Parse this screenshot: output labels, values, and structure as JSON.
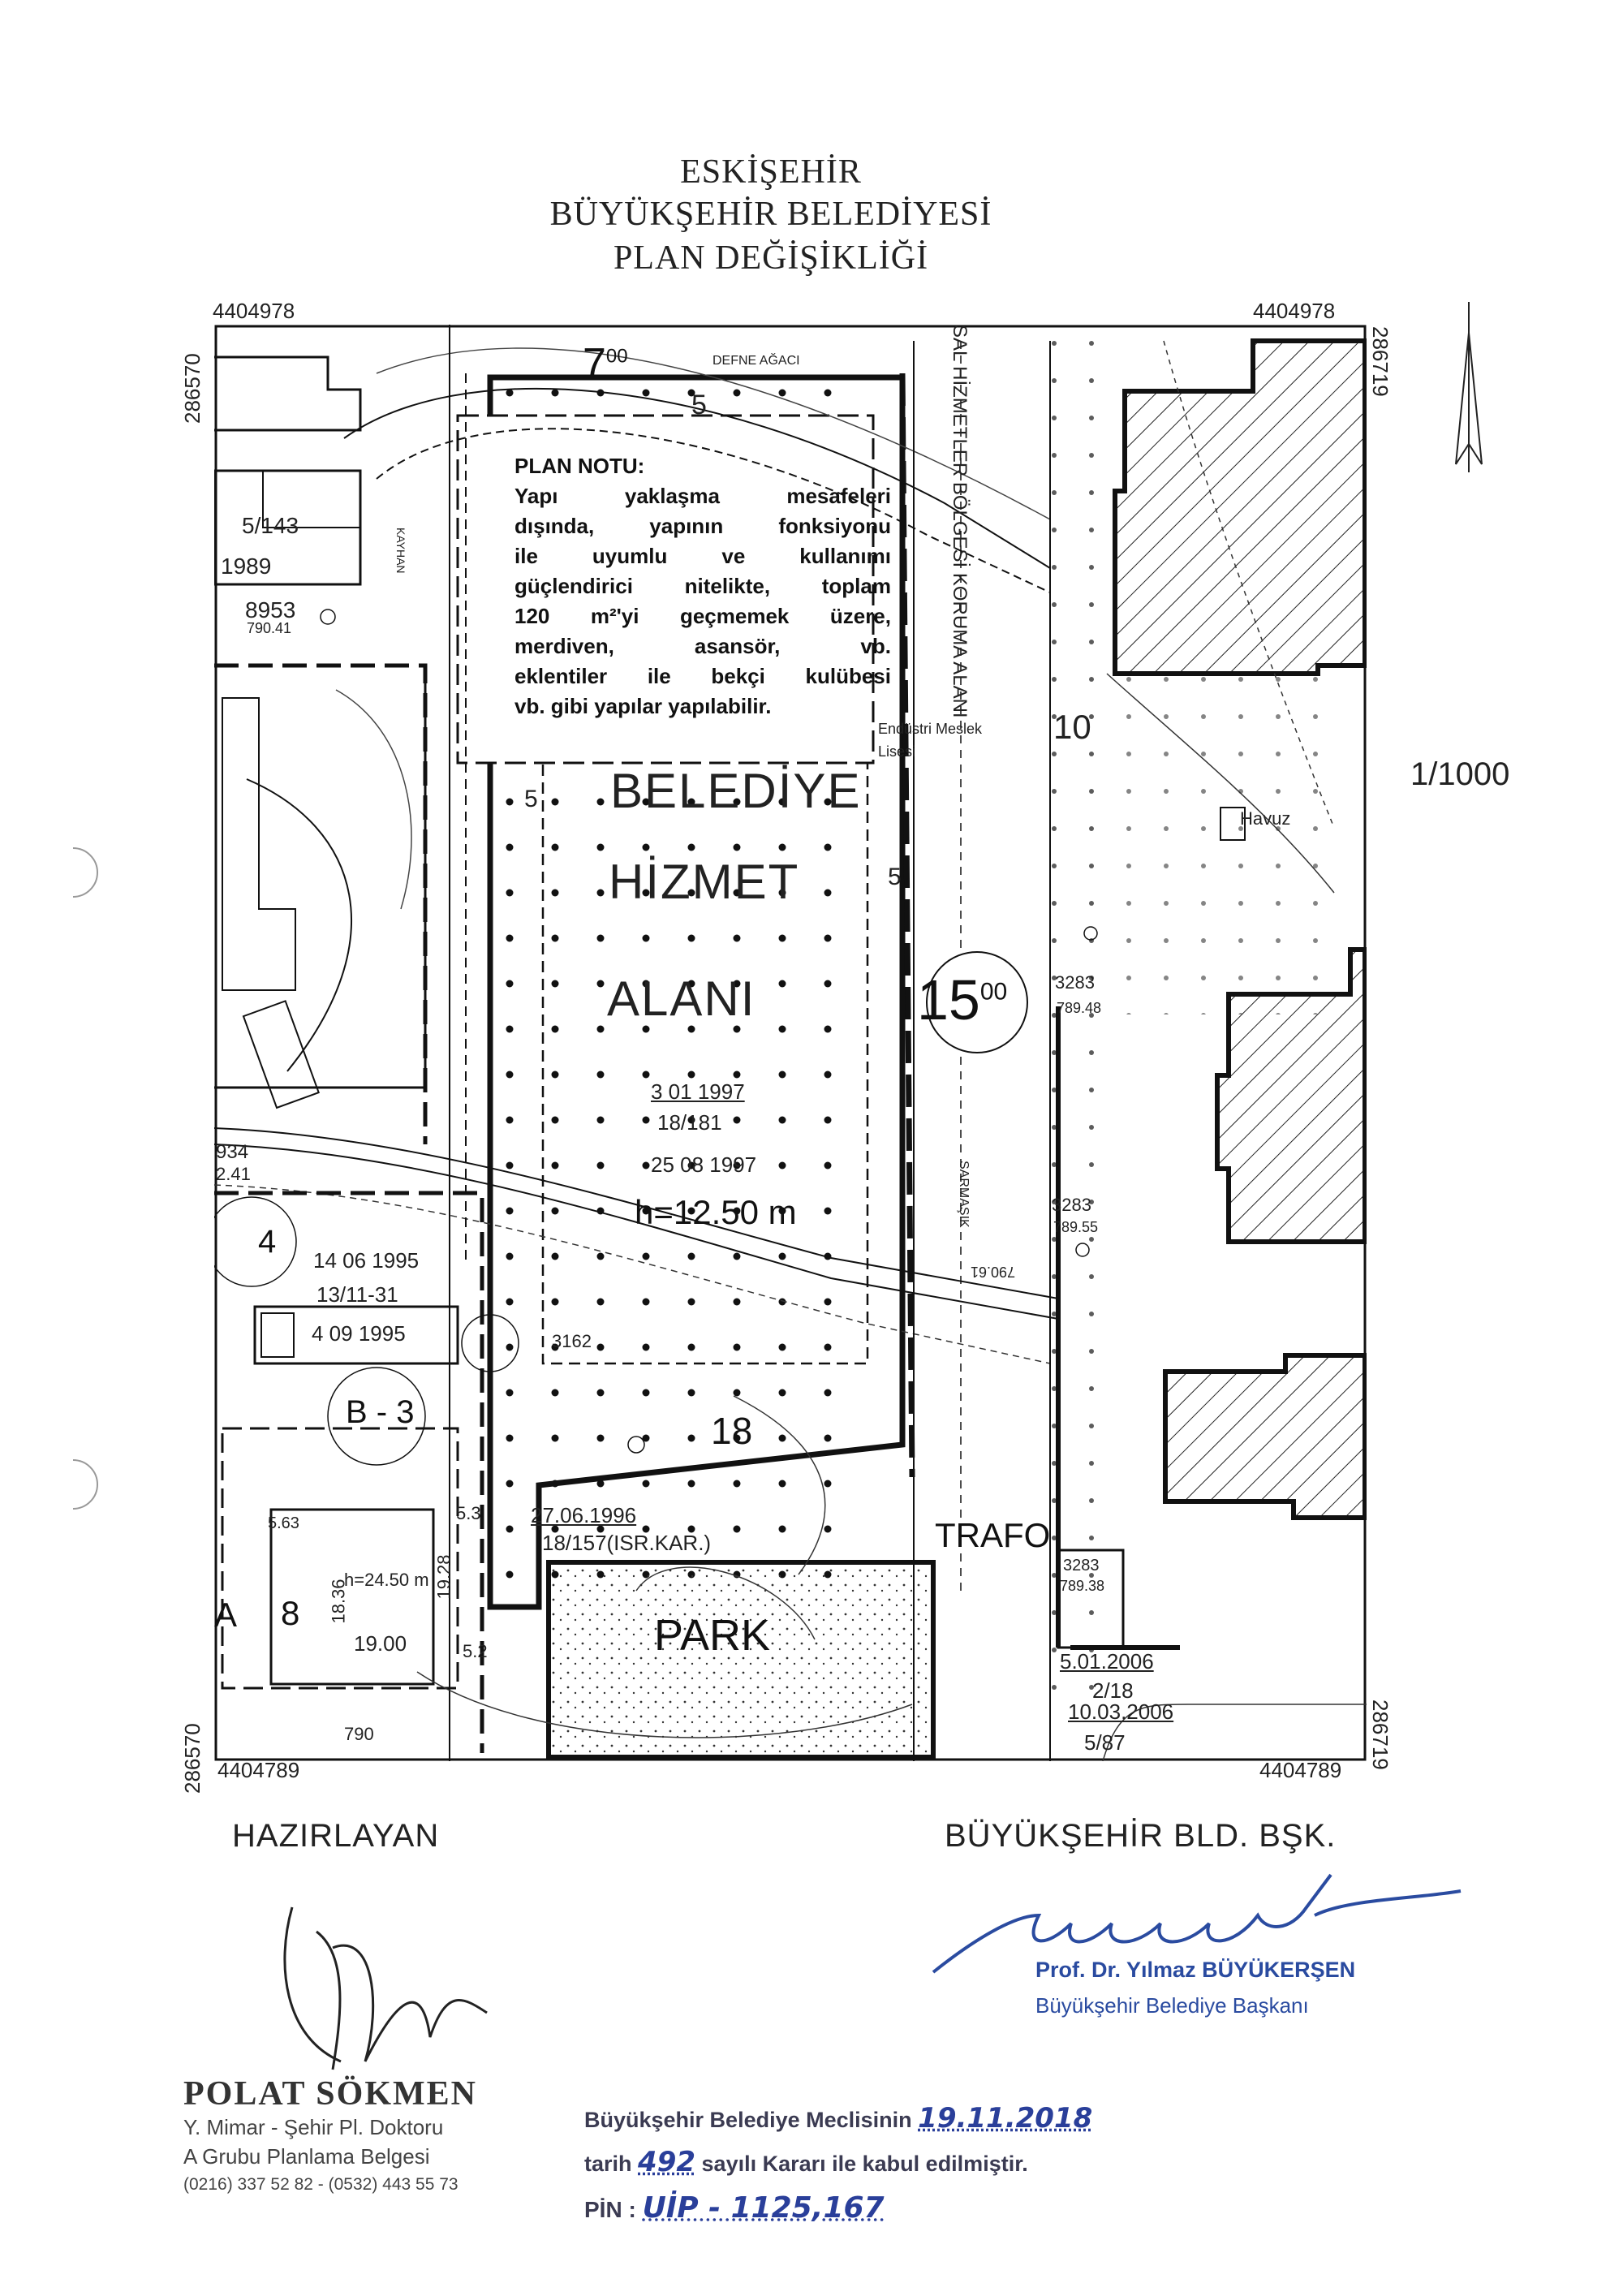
{
  "header": {
    "line1": "ESKİŞEHİR",
    "line2": "BÜYÜKŞEHİR BELEDİYESİ",
    "line3": "PLAN DEĞİŞİKLİĞİ"
  },
  "coords": {
    "top_left": "4404978",
    "top_right": "4404978",
    "bottom_left": "4404789",
    "bottom_right": "4404789",
    "left_top": "286570",
    "left_bottom": "286570",
    "right_top": "286719",
    "right_bottom": "286719"
  },
  "scale": "1/1000",
  "plan_note": {
    "title": "PLAN NOTU:",
    "lines": [
      "Yapı yaklaşma mesafeleri",
      "dışında, yapının fonksiyonu",
      "ile uyumlu ve kullanımı",
      "güçlendirici nitelikte, toplam",
      "120 m²'yi geçmemek üzere,",
      "merdiven, asansör, vb.",
      "eklentiler ile bekçi kulübesi",
      "vb. gibi yapılar yapılabilir."
    ]
  },
  "map_labels": {
    "area_line1": "BELEDİYE",
    "area_line2": "HİZMET",
    "area_line3": "ALANI",
    "road_width_main": "15",
    "road_width_main_sup": "00",
    "road_width_top": "7",
    "road_width_top_sup": "00",
    "road_width_10": "10",
    "setback_top": "5",
    "setback_left": "5",
    "setback_right": "5",
    "date1": "3 01 1997",
    "ref1": "18/181",
    "date2": "25 08 1997",
    "height": "h=12.50 m",
    "plot_18": "18",
    "plot_4": "4",
    "date3": "14 06 1995",
    "ref3": "13/11-31",
    "date4": "4 09 1995",
    "b3": "B - 3",
    "a8_a": "A",
    "a8_n": "8",
    "h_2450": "h=24.50 m",
    "dim_1900": "19.00",
    "dim_1836": "18.36",
    "dim_1928": "19.28",
    "dim_563": "5.63",
    "dim_53": "5.3",
    "dim_52": "5.2",
    "date5": "27.06.1996",
    "ref5": "18/157(ISR.KAR.)",
    "park": "PARK",
    "trafo": "TRAFO",
    "date6": "5.01.2006",
    "ref6": "2/18",
    "date7": "10.03.2006",
    "ref7": "5/87",
    "defne": "DEFNE AĞACI",
    "havuz": "Havuz",
    "sarmasik": "SARMAŞIK",
    "kayhan": "KAYHAN",
    "corridor": "SAL HİZMETLER BÖLGESİ KORUMA ALANI",
    "lise": "Endüstri Meslek Lisesi",
    "parcel_143": "5/143",
    "parcel_1989": "1989",
    "parcel_8953": "8953",
    "elev_79041": "790.41",
    "parcel_3283a": "3283",
    "elev_a": "789.48",
    "parcel_3283b": "3283",
    "elev_b": "789.55",
    "parcel_3162": "3162",
    "elev_79061": "790.61",
    "elev_790": "790",
    "parcel_934": "934",
    "elev_241": "2.41",
    "trafo_parcel": "3283",
    "trafo_elev": "789.38"
  },
  "footer": {
    "prepared_by": "HAZIRLAYAN",
    "mayor_title": "BÜYÜKŞEHİR BLD. BŞK.",
    "mayor_name": "Prof. Dr. Yılmaz BÜYÜKERŞEN",
    "mayor_role": "Büyükşehir Belediye Başkanı",
    "stamp_name": "POLAT SÖKMEN",
    "stamp_l1": "Y. Mimar - Şehir Pl. Doktoru",
    "stamp_l2": "A Grubu Planlama Belgesi",
    "stamp_l3": "(0216) 337 52 82 - (0532) 443 55 73",
    "council_l1": "Büyükşehir Belediye Meclisinin",
    "council_date": "19.11.2018",
    "council_l2a": "tarih",
    "council_num": "492",
    "council_l2b": "sayılı Kararı ile kabul edilmiştir.",
    "pin_label": "PİN :",
    "pin_value": "UİP - 1125,167"
  },
  "colors": {
    "ink": "#111111",
    "stamp_blue": "#2a4ba0"
  }
}
